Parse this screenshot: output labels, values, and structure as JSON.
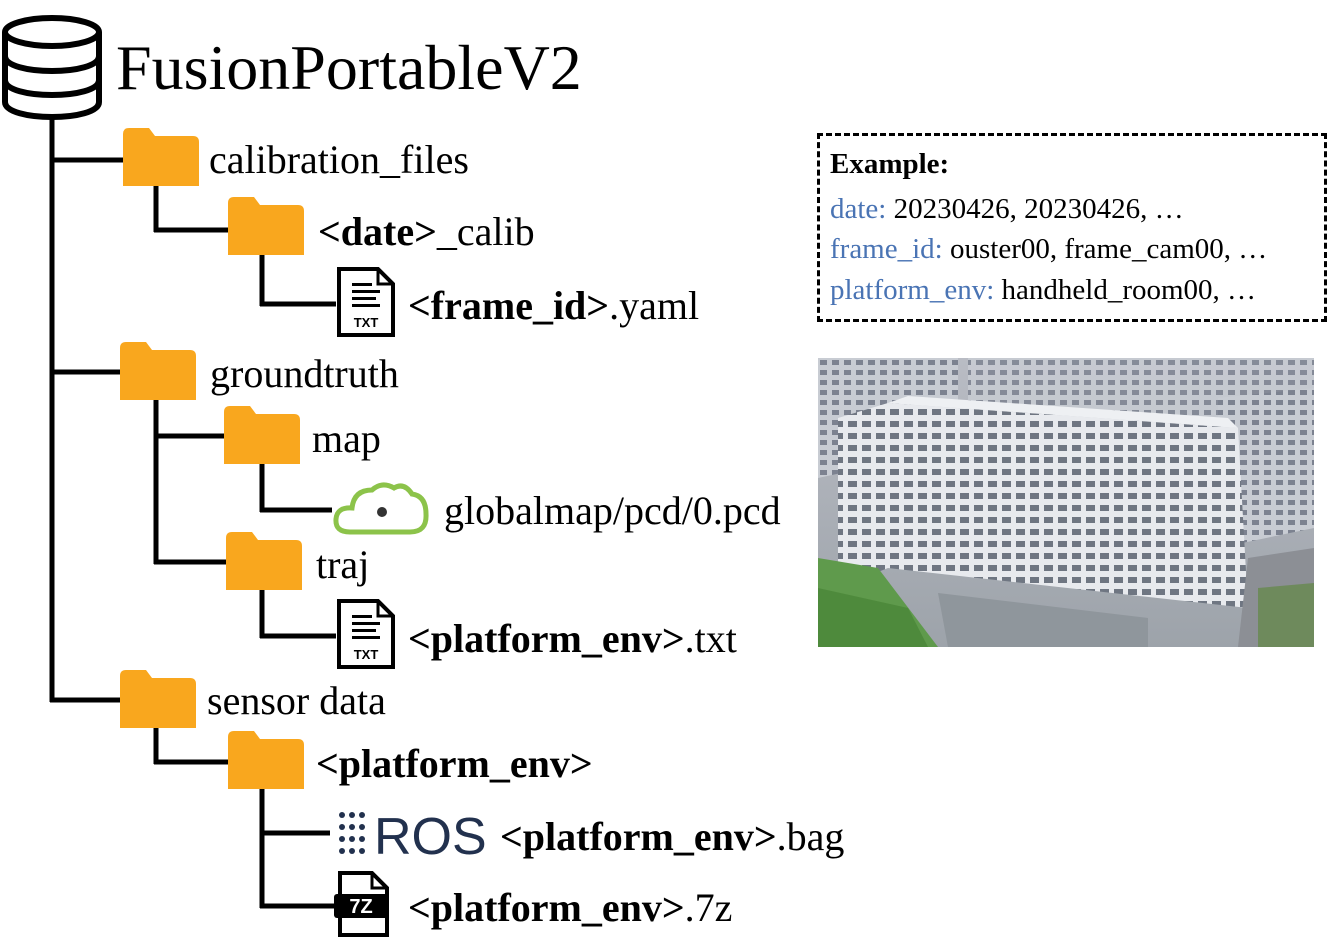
{
  "title": "FusionPortableV2",
  "tree": {
    "calibration_files": "calibration_files",
    "calib_folder": {
      "bold": "<date>",
      "rest": "_calib"
    },
    "calib_file": {
      "bold": "<frame_id>",
      "rest": ".yaml"
    },
    "groundtruth": "groundtruth",
    "map": "map",
    "globalmap": "globalmap/pcd/0.pcd",
    "traj": "traj",
    "traj_file": {
      "bold": "<platform_env>",
      "rest": ".txt"
    },
    "sensor_data": "sensor data",
    "platform_folder": "<platform_env>",
    "bag_file": {
      "bold": "<platform_env>",
      "rest": ".bag"
    },
    "sevenz_file": {
      "bold": "<platform_env>",
      "rest": ".7z"
    }
  },
  "icons": {
    "txt_label": "TXT",
    "ros_label": "ROS",
    "sevenz_label": "7Z"
  },
  "example": {
    "heading": "Example:",
    "rows": [
      {
        "key": "date:",
        "value": " 20230426, 20230426, …"
      },
      {
        "key": "frame_id:",
        "value": " ouster00, frame_cam00, …"
      },
      {
        "key": "platform_env:",
        "value": " handheld_room00, …"
      }
    ]
  },
  "colors": {
    "folder": "#f9a71e",
    "example_key": "#4a74b4",
    "cloud": "#8cc34a",
    "ros": "#22314e"
  }
}
